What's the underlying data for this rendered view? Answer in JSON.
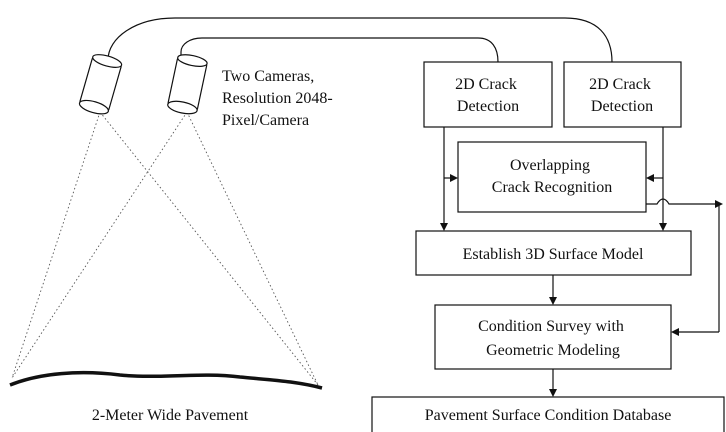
{
  "cameras_caption": [
    "Two Cameras,",
    "Resolution 2048-",
    "Pixel/Camera"
  ],
  "pavement_caption": "2-Meter Wide Pavement",
  "boxes": {
    "crack_detection_left": [
      "2D Crack",
      "Detection"
    ],
    "crack_detection_right": [
      "2D Crack",
      "Detection"
    ],
    "overlap_recognition": [
      "Overlapping",
      "Crack Recognition"
    ],
    "surface_model": [
      "Establish 3D Surface Model"
    ],
    "condition_survey": [
      "Condition Survey with",
      "Geometric Modeling"
    ],
    "database": [
      "Pavement Surface Condition Database"
    ]
  }
}
